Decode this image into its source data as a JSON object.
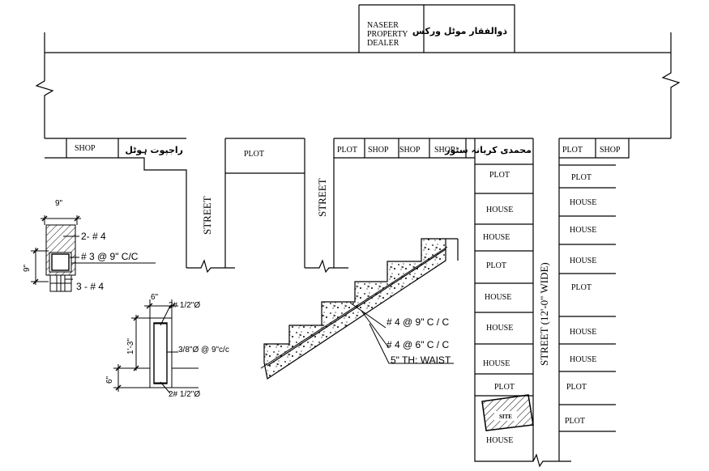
{
  "labels": {
    "naseer_line1": "NASEER",
    "naseer_line2": "PROPERTY",
    "naseer_line3": "DEALER",
    "urdu_top": "ذوالفقار موٹل ورکس",
    "shop": "SHOP",
    "urdu_left": "راجپوت ہوٹل",
    "plot": "PLOT",
    "house": "HOUSE",
    "street": "STREET",
    "urdu_mid": "محمدی کریانہ سٹور",
    "street_wide": "STREET (12'-0\" WIDE)",
    "site": "SITE",
    "beam_width": "9\"",
    "beam_depth": "9\"",
    "beam_top_bars": "2- # 4",
    "beam_stirrups": "# 3 @ 9\" C/C",
    "beam_bottom_bars": "3 - # 4",
    "wall_width": "6\"",
    "wall_height": "1'-3\"",
    "wall_base": "6\"",
    "wall_top_bars": "2# 1/2\"Ø",
    "wall_ties": "3/8\"Ø @ 9\"c/c",
    "wall_bottom_bars": "2# 1/2\"Ø",
    "stair_main": "# 4 @ 9\" C / C",
    "stair_dist": "# 4 @ 6\" C / C",
    "stair_waist": "5\" TH: WAIST"
  }
}
